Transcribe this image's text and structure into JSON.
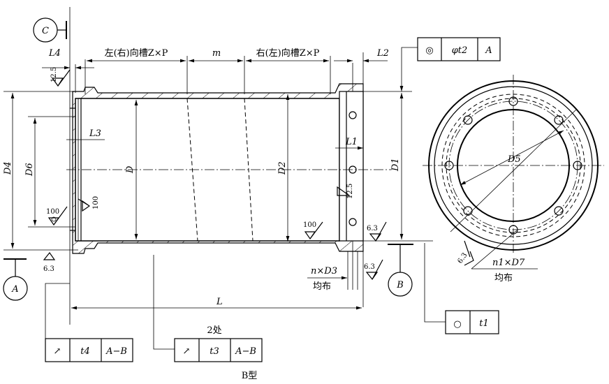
{
  "datums": {
    "a": "A",
    "b": "B",
    "c": "C"
  },
  "dims": {
    "l4": "L4",
    "l2": "L2",
    "l3": "L3",
    "l1": "L1",
    "l": "L",
    "m": "m",
    "groove_left": "左(右)向槽Z×P",
    "groove_right": "右(左)向槽Z×P",
    "d4": "D4",
    "d6": "D6",
    "d": "D",
    "d2": "D2",
    "d1": "D1",
    "d5": "D5",
    "holes_n": "n×D3",
    "holes_n1": "n1×D7",
    "evenly": "均布",
    "evenly2": "均布"
  },
  "roughness": {
    "r125a": "12.5",
    "r125b": "12.5",
    "r100a": "100",
    "r100b": "100",
    "r100c": "100",
    "r63a": "6.3",
    "r63b": "6.3",
    "r63c": "6.3",
    "r63d": "6.3"
  },
  "tolerance_frames": {
    "coaxiality": {
      "symbol": "◎",
      "value": "φt2",
      "datum": "A"
    },
    "roundness": {
      "symbol": "○",
      "value": "t1"
    },
    "runout1": {
      "symbol": "↗",
      "value": "t4",
      "datum": "A−B"
    },
    "runout2": {
      "symbol": "↗",
      "value": "t3",
      "datum": "A−B",
      "note": "2处"
    }
  },
  "caption": "B型"
}
